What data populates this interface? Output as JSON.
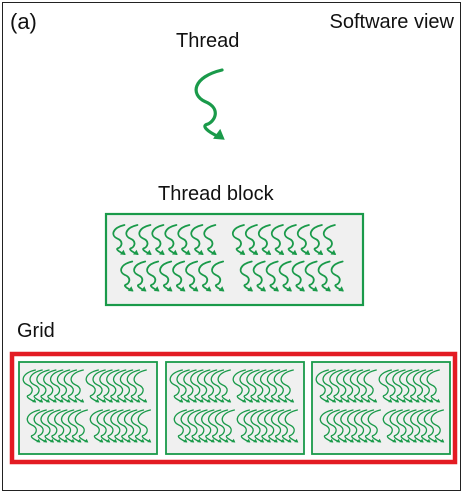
{
  "panel_label": "(a)",
  "view_title": "Software view",
  "labels": {
    "thread": "Thread",
    "thread_block": "Thread block",
    "grid": "Grid"
  },
  "structure": {
    "blocks_in_grid": 3,
    "threads_per_group": 8,
    "groups_per_row": 2,
    "rows_per_block": 2
  },
  "colors": {
    "thread": "#1a9a4a",
    "block_border": "#1a9a4a",
    "block_fill": "#f0f0f0",
    "grid_border": "#e31b23",
    "frame": "#222222",
    "text": "#111111"
  }
}
